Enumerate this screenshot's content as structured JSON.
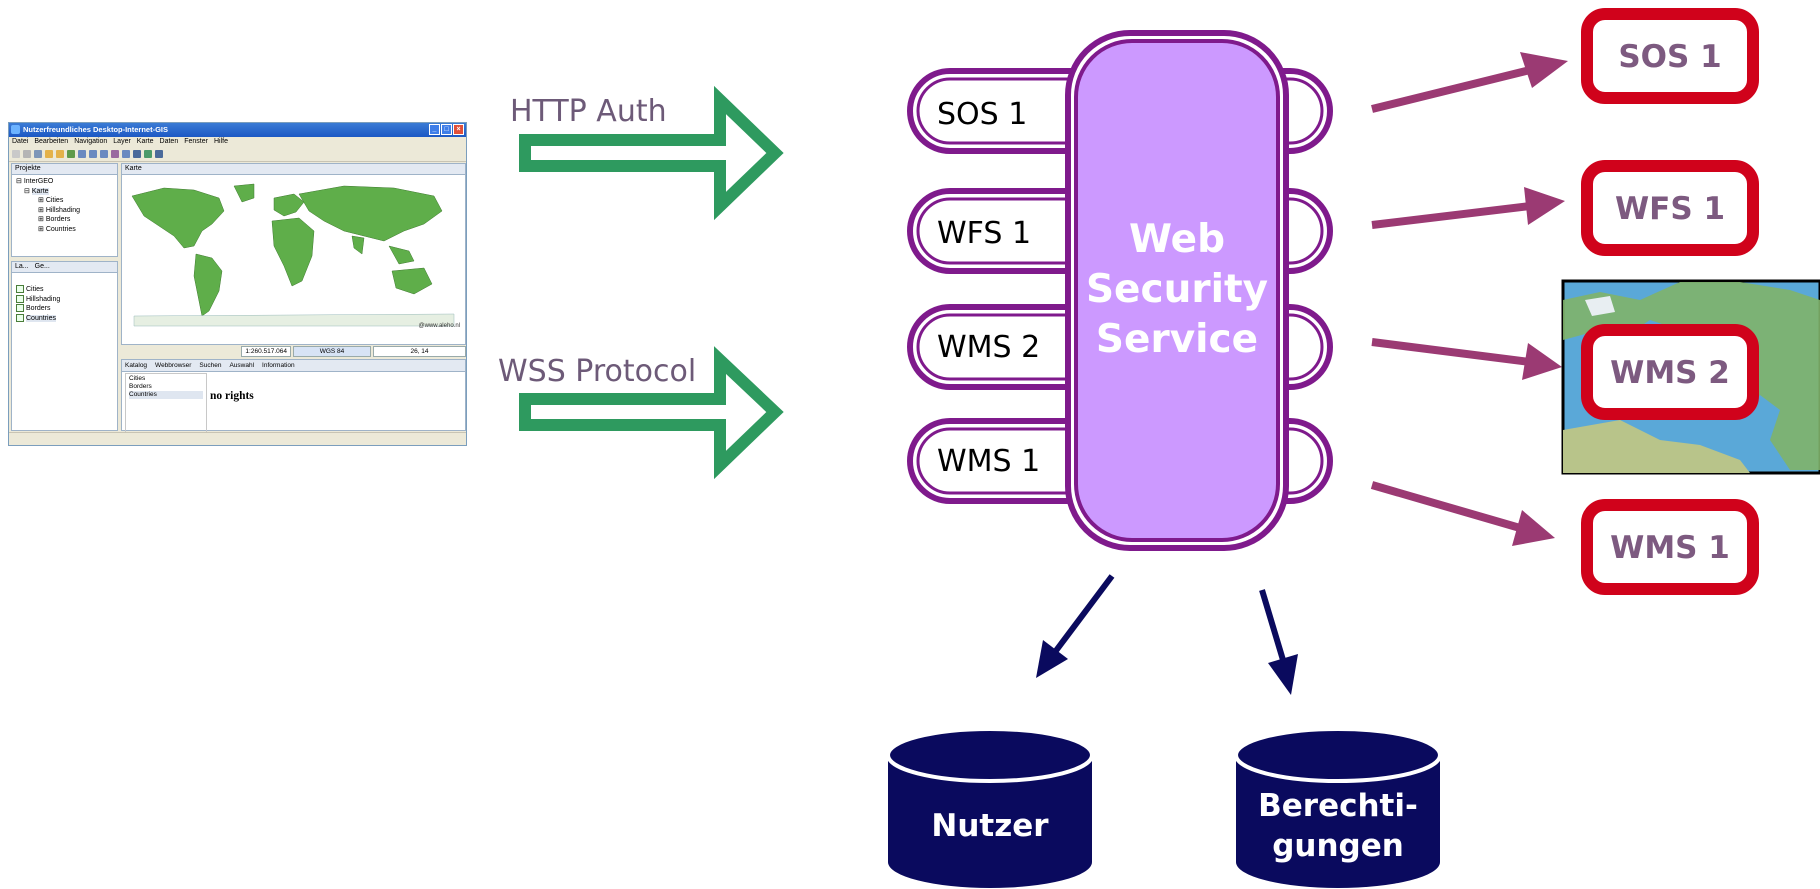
{
  "gis_window": {
    "title": "Nutzerfreundliches Desktop-Internet-GIS",
    "menu": [
      "Datei",
      "Bearbeiten",
      "Navigation",
      "Layer",
      "Karte",
      "Daten",
      "Fenster",
      "Hilfe"
    ],
    "projects_tab": "Projekte",
    "map_tab": "Karte",
    "project_tree": [
      "InterGEO",
      "Karte",
      "Cities",
      "Hillshading",
      "Borders",
      "Countries"
    ],
    "layers_tabs": [
      "La...",
      "Ge..."
    ],
    "layers": [
      "Cities",
      "Hillshading",
      "Borders",
      "Countries"
    ],
    "scale": "1:260.517.064",
    "crs": "WGS 84",
    "coords": "26, 14",
    "map_credit": "@www.aleho.nl",
    "bottom_tabs": [
      "Katalog",
      "Webbrowser",
      "Suchen",
      "Auswahl",
      "Information"
    ],
    "info_layers": [
      "Cities",
      "Borders",
      "Countries"
    ],
    "info_text": "no rights"
  },
  "arrows": {
    "top_label": "HTTP Auth",
    "bottom_label": "WSS Protocol",
    "color": "#2e9a5f"
  },
  "wss": {
    "label_lines": [
      "Web",
      "Security",
      "Service"
    ],
    "fill": "#cc99ff",
    "border": "#7f1a8c",
    "services": [
      "SOS 1",
      "WFS 1",
      "WMS 2",
      "WMS 1"
    ]
  },
  "targets": {
    "labels": [
      "SOS 1",
      "WFS 1",
      "WMS 2",
      "WMS 1"
    ],
    "border": "#d0021b",
    "text_color": "#7d5a80",
    "arrow_color": "#9b3a73"
  },
  "databases": {
    "labels": [
      "Nutzer",
      "Berechti-\ngungen"
    ],
    "fill": "#0a0a5e",
    "arrow_color": "#0a0a5e"
  }
}
